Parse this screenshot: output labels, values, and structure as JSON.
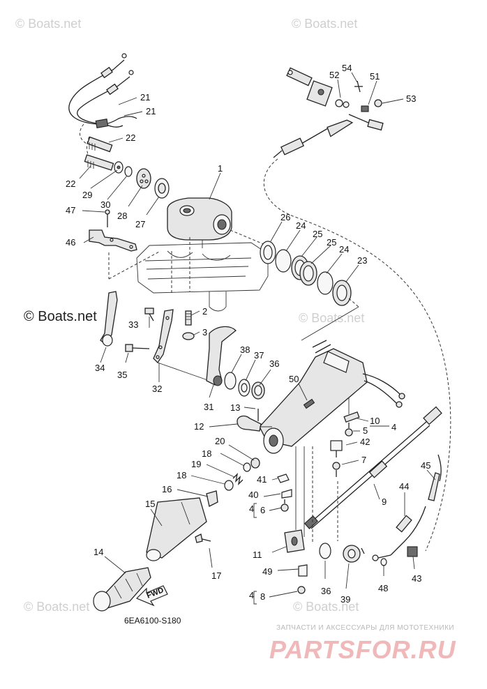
{
  "diagram": {
    "drawing_code": "6EA6100-S180",
    "direction_label": "FWD",
    "watermarks": [
      "© Boats.net",
      "© Boats.net",
      "© Boats.net",
      "© Boats.net",
      "© Boats.net",
      "© Boats.net"
    ],
    "watermark_primary": "© Boats.net",
    "brand_subtitle": "ЗАПЧАСТИ И АКСЕССУАРЫ ДЛЯ МОТОТЕХНИКИ",
    "brand_name": "PARTSFOR.RU",
    "callouts": [
      "1",
      "2",
      "3",
      "4",
      "4",
      "4",
      "5",
      "6",
      "7",
      "8",
      "9",
      "10",
      "11",
      "12",
      "13",
      "14",
      "15",
      "16",
      "17",
      "18",
      "18",
      "19",
      "20",
      "21",
      "21",
      "22",
      "22",
      "23",
      "24",
      "24",
      "25",
      "25",
      "26",
      "27",
      "28",
      "29",
      "30",
      "31",
      "32",
      "33",
      "34",
      "35",
      "36",
      "36",
      "37",
      "38",
      "39",
      "40",
      "41",
      "42",
      "43",
      "44",
      "45",
      "46",
      "47",
      "48",
      "49",
      "50",
      "51",
      "52",
      "53",
      "54"
    ]
  }
}
